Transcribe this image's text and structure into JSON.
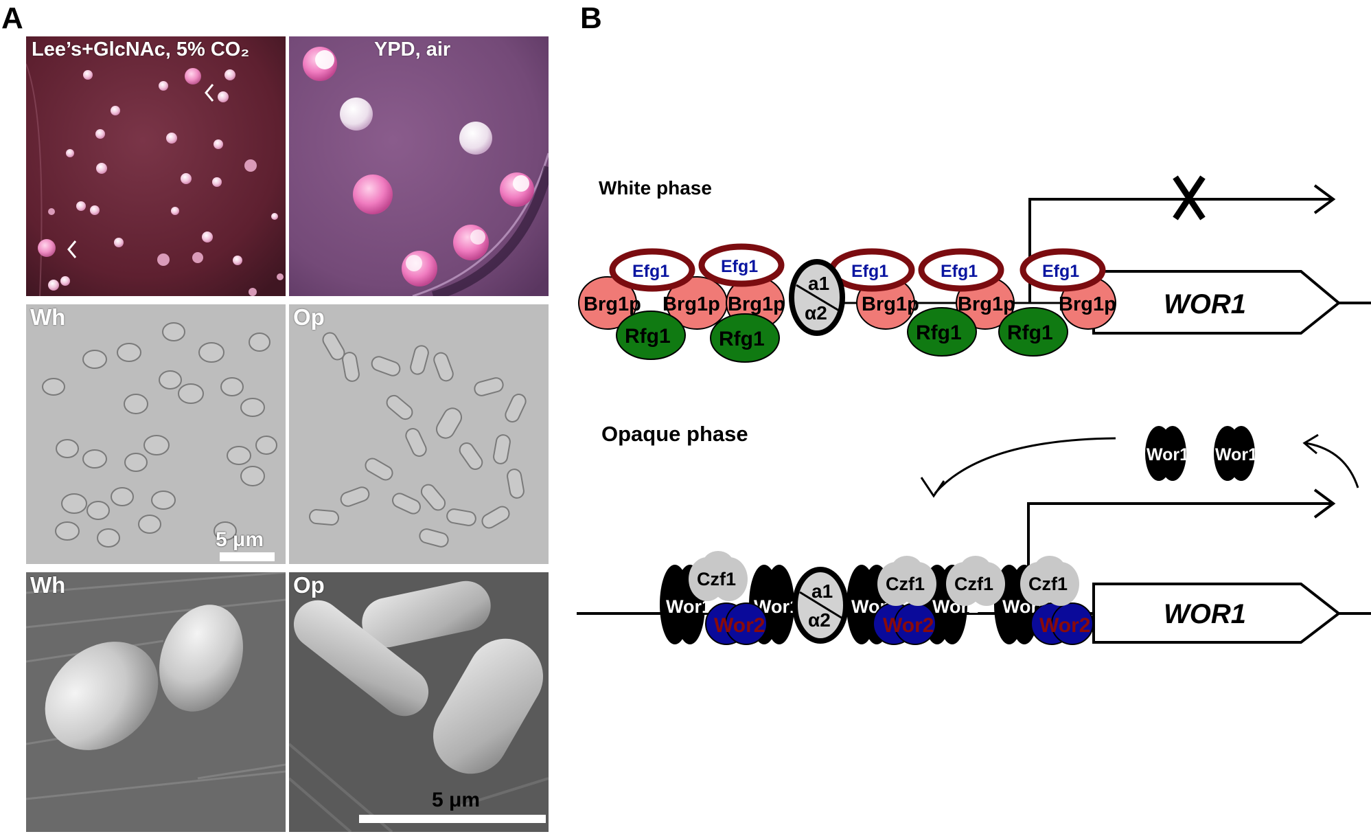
{
  "panels": {
    "a_label": "A",
    "b_label": "B"
  },
  "panel_a": {
    "plate_left_caption": "Lee’s+GlcNAc, 5% CO₂",
    "plate_right_caption": "YPD, air",
    "dic_left_caption": "Wh",
    "dic_right_caption": "Op",
    "dic_scale": "5 μm",
    "sem_left_caption": "Wh",
    "sem_right_caption": "Op",
    "sem_scale": "5 μm"
  },
  "panel_b": {
    "white_phase_title": "White phase",
    "opaque_phase_title": "Opaque phase",
    "gene_label": "WOR1",
    "efg1": "Efg1",
    "brg1p": "Brg1p",
    "rfg1": "Rfg1",
    "a1": "a1",
    "alpha2": "α2",
    "wor1": "Wor1",
    "wor2": "Wor2",
    "czf1": "Czf1",
    "colors": {
      "efg1_ring": "#7b0c10",
      "efg1_text": "#0a15a0",
      "brg1p_fill": "#f07a76",
      "rfg1_fill": "#107a12",
      "czf1_fill": "#c8c8c8",
      "wor2_fill": "#0a0a9a",
      "wor2_text": "#8a0a0a",
      "a1alpha2_fill": "#d2d2d2"
    }
  }
}
